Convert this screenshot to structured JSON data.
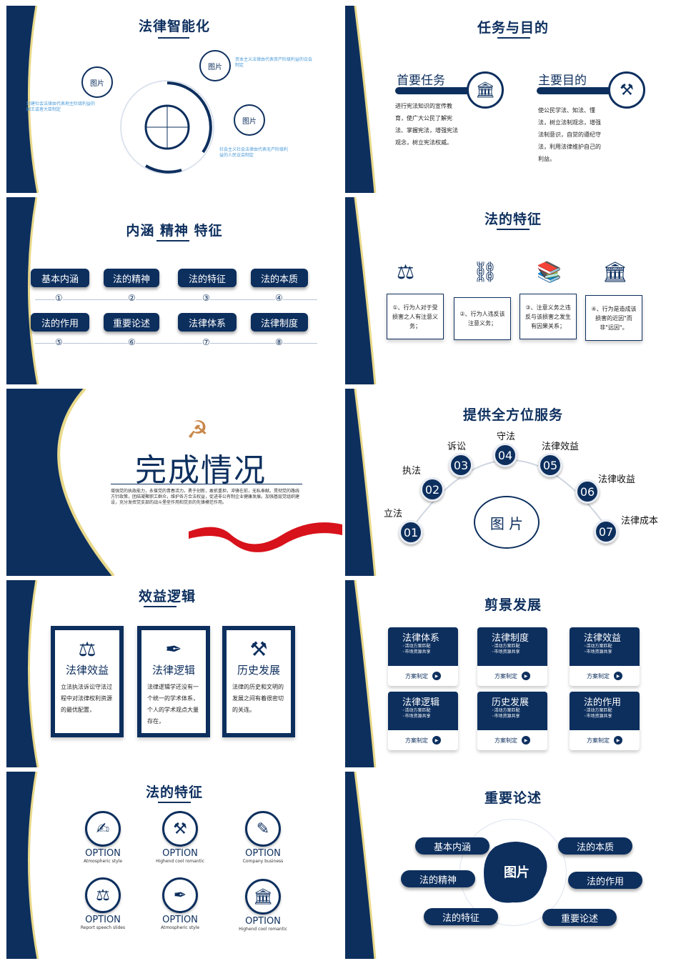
{
  "s1": {
    "title": "法律智能化",
    "pic": "图片",
    "t1": "资本主义法律由代表资产阶级利益的议会制定",
    "t2": "封建社会法律由代表地主阶级利益的国王或者大臣制定",
    "t3": "社会主义社会法律由代表无产阶级利益的人民议会制定"
  },
  "s2": {
    "title": "任务与目的",
    "h1": "首要任务",
    "p1": "进行宪法知识的宣传教育，使广大公民了解宪法、掌握宪法，增强宪法观念，树立宪法权威。",
    "h2": "主要目的",
    "p2": "使公民学法、知法、懂法，树立法制观念，增强法制意识，自觉的遵纪守法，利用法律维护自己的利益。"
  },
  "s3": {
    "title": "内涵 精神 特征",
    "items": [
      "基本内涵",
      "法的精神",
      "法的特征",
      "法的本质",
      "法的作用",
      "重要论述",
      "法律体系",
      "法律制度"
    ],
    "nums": [
      "①",
      "②",
      "③",
      "④",
      "⑤",
      "⑥",
      "⑦",
      "⑧"
    ]
  },
  "s4": {
    "title": "法的特征",
    "cards": [
      "①、行为人对于受损害之人有注意义务；",
      "②、行为人违反该注意义务；",
      "③、注意义务之违反与该损害之发生有因果关系；",
      "④、行为是造成该损害的近因\"而非\"远因\"。"
    ]
  },
  "s5": {
    "title": "完成情况",
    "body": "增强党的执政能力，永葆党的青春活力。勇于创新，敢抓重担，冲锋在前，无私奉献。贯彻党的路线方针政策，团结凝聚职工群众，维护各方合法权益，促进非公有制企业健康发展。加强基层党组织建设，充分发挥党支部的战斗堡垒作用和党员的先锋模范作用。"
  },
  "s6": {
    "title": "提供全方位服务",
    "pic": "图 片",
    "nums": [
      "01",
      "02",
      "03",
      "04",
      "05",
      "06",
      "07"
    ],
    "labels": [
      "立法",
      "执法",
      "诉讼",
      "守法",
      "法律效益",
      "法律收益",
      "法律成本"
    ]
  },
  "s7": {
    "title": "效益逻辑",
    "cards": [
      {
        "h": "法律效益",
        "p": "立法执法诉讼守法过程中对法律权利资源的最优配置，"
      },
      {
        "h": "法律逻辑",
        "p": "法律逻辑学还没有一个统一的学术体系，个人的学术观点大量存在，"
      },
      {
        "h": "历史发展",
        "p": "法律的历史和文明的发展之间有着很密切的关连。"
      }
    ]
  },
  "s8": {
    "title": "剪景发展",
    "cards": [
      "法律体系",
      "法律制度",
      "法律效益",
      "法律逻辑",
      "历史发展",
      "法的作用"
    ],
    "l1": "◦活动方案匹配",
    "l2": "◦市场资源共享",
    "btn": "方案制定"
  },
  "s9": {
    "title": "法的特征",
    "opt": "OPTION",
    "subs": [
      "Atmospheric style",
      "Highend cool romantic",
      "Company business",
      "Report speech slides",
      "Atmospheric style",
      "Highend cool romantic"
    ]
  },
  "s10": {
    "title": "重要论述",
    "pic": "图片",
    "items": [
      "基本内涵",
      "法的本质",
      "法的精神",
      "法的作用",
      "法的特征",
      "重要论述"
    ]
  }
}
